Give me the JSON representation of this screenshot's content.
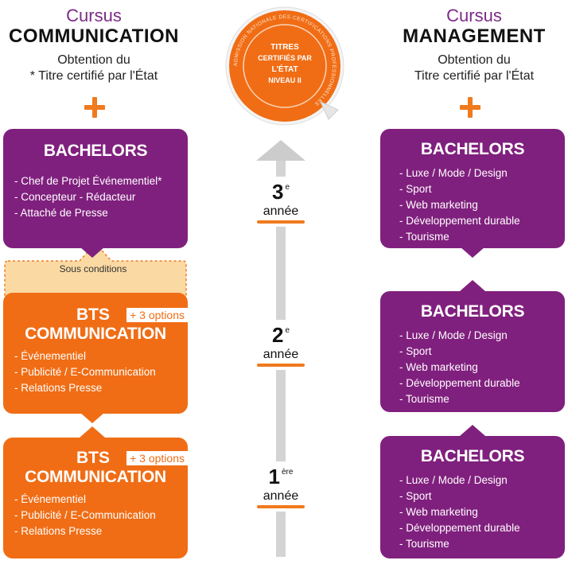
{
  "left": {
    "cursus_word": "Cursus",
    "cursus_name": "COMMUNICATION",
    "subtitle_line1": "Obtention du",
    "subtitle_line2": "* Titre certifié par l'État",
    "bachelors": {
      "title": "BACHELORS",
      "items": [
        "- Chef de Projet Événementiel*",
        "- Concepteur - Rédacteur",
        "- Attaché de Presse"
      ]
    },
    "sous_conditions": "Sous conditions",
    "bts_top": {
      "bts": "BTS",
      "options": "+ 3 options",
      "title": "COMMUNICATION",
      "items": [
        "- Événementiel",
        "- Publicité / E-Communication",
        "- Relations Presse"
      ]
    },
    "bts_bottom": {
      "bts": "BTS",
      "options": "+ 3 options",
      "title": "COMMUNICATION",
      "items": [
        "- Événementiel",
        "- Publicité / E-Communication",
        "- Relations Presse"
      ]
    }
  },
  "right": {
    "cursus_word": "Cursus",
    "cursus_name": "MANAGEMENT",
    "subtitle_line1": "Obtention du",
    "subtitle_line2": "Titre certifié par l'État",
    "boxes": [
      {
        "title": "BACHELORS",
        "items": [
          "- Luxe / Mode / Design",
          "- Sport",
          "- Web marketing",
          "- Développement durable",
          "- Tourisme"
        ]
      },
      {
        "title": "BACHELORS",
        "items": [
          "- Luxe / Mode / Design",
          "- Sport",
          "- Web marketing",
          "- Développement durable",
          "- Tourisme"
        ]
      },
      {
        "title": "BACHELORS",
        "items": [
          "- Luxe / Mode / Design",
          "- Sport",
          "- Web marketing",
          "- Développement durable",
          "- Tourisme"
        ]
      }
    ]
  },
  "seal": {
    "line1": "TITRES",
    "line2": "CERTIFIÉS PAR",
    "line3": "L'ÉTAT",
    "line4": "NIVEAU II",
    "ring_text": "ADMISSION NATIONALE DES CERTIFICATIONS PROFESSIONNELLES"
  },
  "years": [
    {
      "num": "3",
      "sup": "e",
      "label": "année"
    },
    {
      "num": "2",
      "sup": "e",
      "label": "année"
    },
    {
      "num": "1",
      "sup": "ère",
      "label": "année"
    }
  ],
  "colors": {
    "purple": "#80207e",
    "orange": "#f06d15",
    "light_orange": "#fbd9a3",
    "grey_arrow": "#cccccc"
  }
}
